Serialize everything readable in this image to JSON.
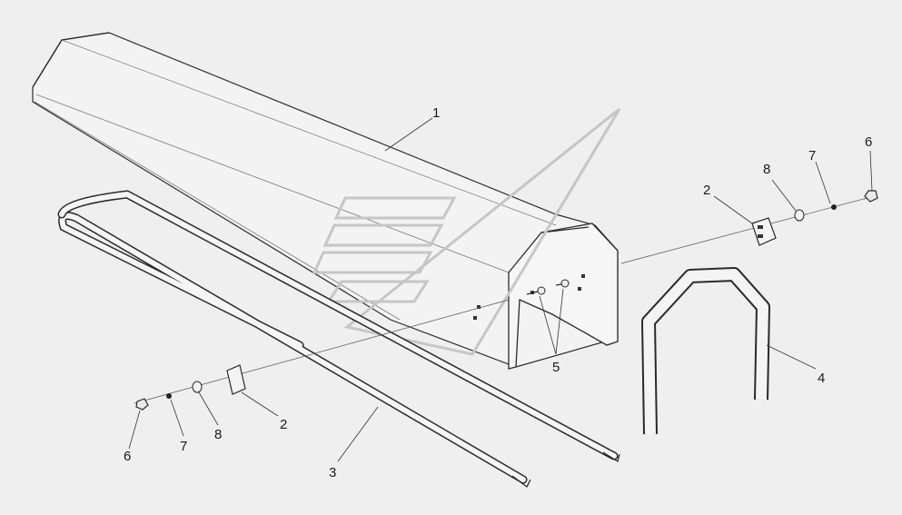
{
  "diagram": {
    "callouts": [
      {
        "id": "c1",
        "label": "1"
      },
      {
        "id": "c2r",
        "label": "2"
      },
      {
        "id": "c8r",
        "label": "8"
      },
      {
        "id": "c7r",
        "label": "7"
      },
      {
        "id": "c6r",
        "label": "6"
      },
      {
        "id": "c5",
        "label": "5"
      },
      {
        "id": "c4",
        "label": "4"
      },
      {
        "id": "c3",
        "label": "3"
      },
      {
        "id": "c2l",
        "label": "2"
      },
      {
        "id": "c8l",
        "label": "8"
      },
      {
        "id": "c7l",
        "label": "7"
      },
      {
        "id": "c6l",
        "label": "6"
      }
    ]
  },
  "colors": {
    "background": "#efefef",
    "part_fill": "#f3f3f3",
    "part_shade": "#e2e2e2",
    "outline": "#2a2a2a",
    "watermark": "#cfcfcf"
  }
}
